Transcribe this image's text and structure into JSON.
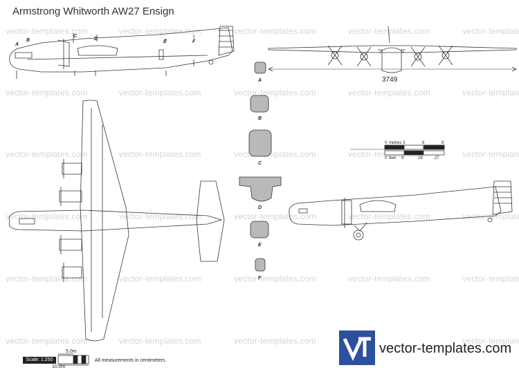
{
  "title": "Armstrong Whitworth AW27 Ensign",
  "watermark": "vector-templates.com",
  "side_view_labels": [
    "A",
    "B",
    "C",
    "D",
    "E",
    "F"
  ],
  "section_labels": [
    "A",
    "B",
    "C",
    "D",
    "E",
    "F"
  ],
  "span_dimension": "3749",
  "metric_scale": {
    "label": "metres",
    "ticks": [
      "0",
      "3",
      "6",
      "9"
    ]
  },
  "imperial_scale": {
    "label": "feet",
    "ticks": [
      "0",
      "9",
      "18",
      "27"
    ]
  },
  "scale": {
    "label": "Scale: 1:250",
    "bar_5m": "5.0m",
    "bar_10m": "10.0m"
  },
  "note": "All measurements in centimeters.",
  "logo": {
    "mark": "VT",
    "text": "vector-templates.com"
  },
  "colors": {
    "line": "#333333",
    "section_fill": "#b9b9b9",
    "logo_blue": "#2c4f9e",
    "watermark": "#d4d4d4"
  }
}
